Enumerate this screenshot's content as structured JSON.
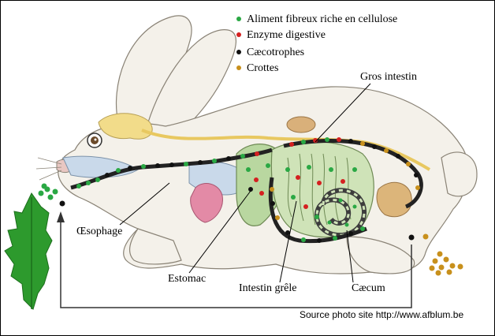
{
  "legend": [
    {
      "label": "Aliment  fibreux riche en cellulose",
      "color": "#2aa844"
    },
    {
      "label": "Enzyme digestive",
      "color": "#d42020"
    },
    {
      "label": "Cæcotrophes",
      "color": "#111111"
    },
    {
      "label": "Crottes",
      "color": "#c8901c"
    }
  ],
  "labels": {
    "gros_intestin": "Gros intestin",
    "oesophage": "Œsophage",
    "estomac": "Estomac",
    "intestin_grele": "Intestin grêle",
    "caecum": "Cæcum"
  },
  "source": "Source photo site http://www.afblum.be",
  "colors": {
    "green": "#2aa844",
    "red": "#d42020",
    "black": "#111111",
    "brown": "#c8901c"
  }
}
